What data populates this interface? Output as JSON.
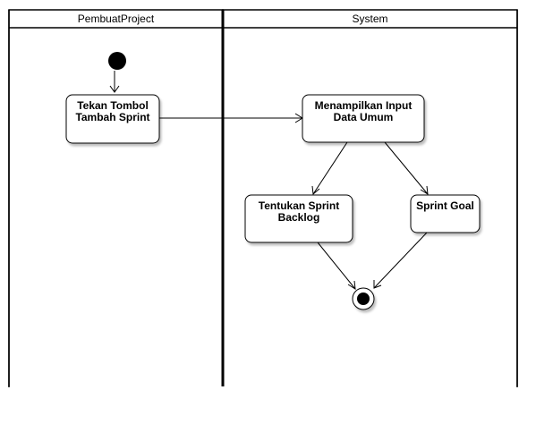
{
  "diagram": {
    "type": "uml-activity-diagram",
    "lanes": [
      {
        "id": "lane-pembuat",
        "title": "PembuatProject"
      },
      {
        "id": "lane-system",
        "title": "System"
      }
    ],
    "nodes": [
      {
        "id": "start",
        "kind": "initial"
      },
      {
        "id": "tekan",
        "kind": "action",
        "lines": [
          "Tekan Tombol",
          "Tambah Sprint"
        ]
      },
      {
        "id": "menampilkan",
        "kind": "action",
        "lines": [
          "Menampilkan Input",
          "Data Umum"
        ]
      },
      {
        "id": "tentukan",
        "kind": "action",
        "lines": [
          "Tentukan Sprint",
          "Backlog"
        ]
      },
      {
        "id": "goal",
        "kind": "action",
        "lines": [
          "Sprint Goal"
        ]
      },
      {
        "id": "end",
        "kind": "final"
      }
    ],
    "edges": [
      {
        "from": "start",
        "to": "tekan"
      },
      {
        "from": "tekan",
        "to": "menampilkan"
      },
      {
        "from": "menampilkan",
        "to": "tentukan"
      },
      {
        "from": "menampilkan",
        "to": "goal"
      },
      {
        "from": "tentukan",
        "to": "end"
      },
      {
        "from": "goal",
        "to": "end"
      }
    ],
    "colors": {
      "stroke": "#000000",
      "fill": "#ffffff",
      "shadow": "#d9d9d9"
    }
  }
}
